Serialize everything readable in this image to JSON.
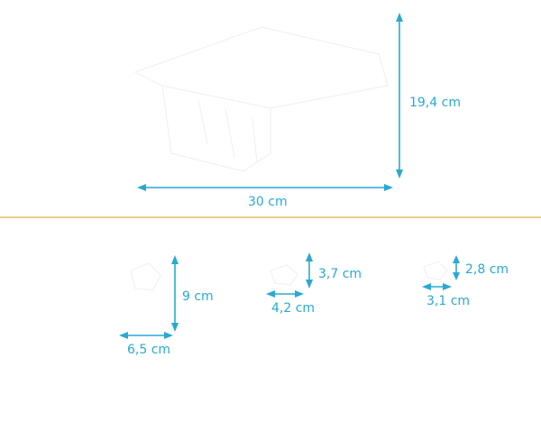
{
  "colors": {
    "dimension": "#29a9d2",
    "divider": "#e8b04a",
    "background": "#ffffff"
  },
  "large_item": {
    "width_label": "30 cm",
    "height_label": "19,4 cm"
  },
  "small_items": [
    {
      "width_label": "6,5 cm",
      "height_label": "9 cm"
    },
    {
      "width_label": "4,2 cm",
      "height_label": "3,7 cm"
    },
    {
      "width_label": "3,1 cm",
      "height_label": "2,8 cm"
    }
  ]
}
